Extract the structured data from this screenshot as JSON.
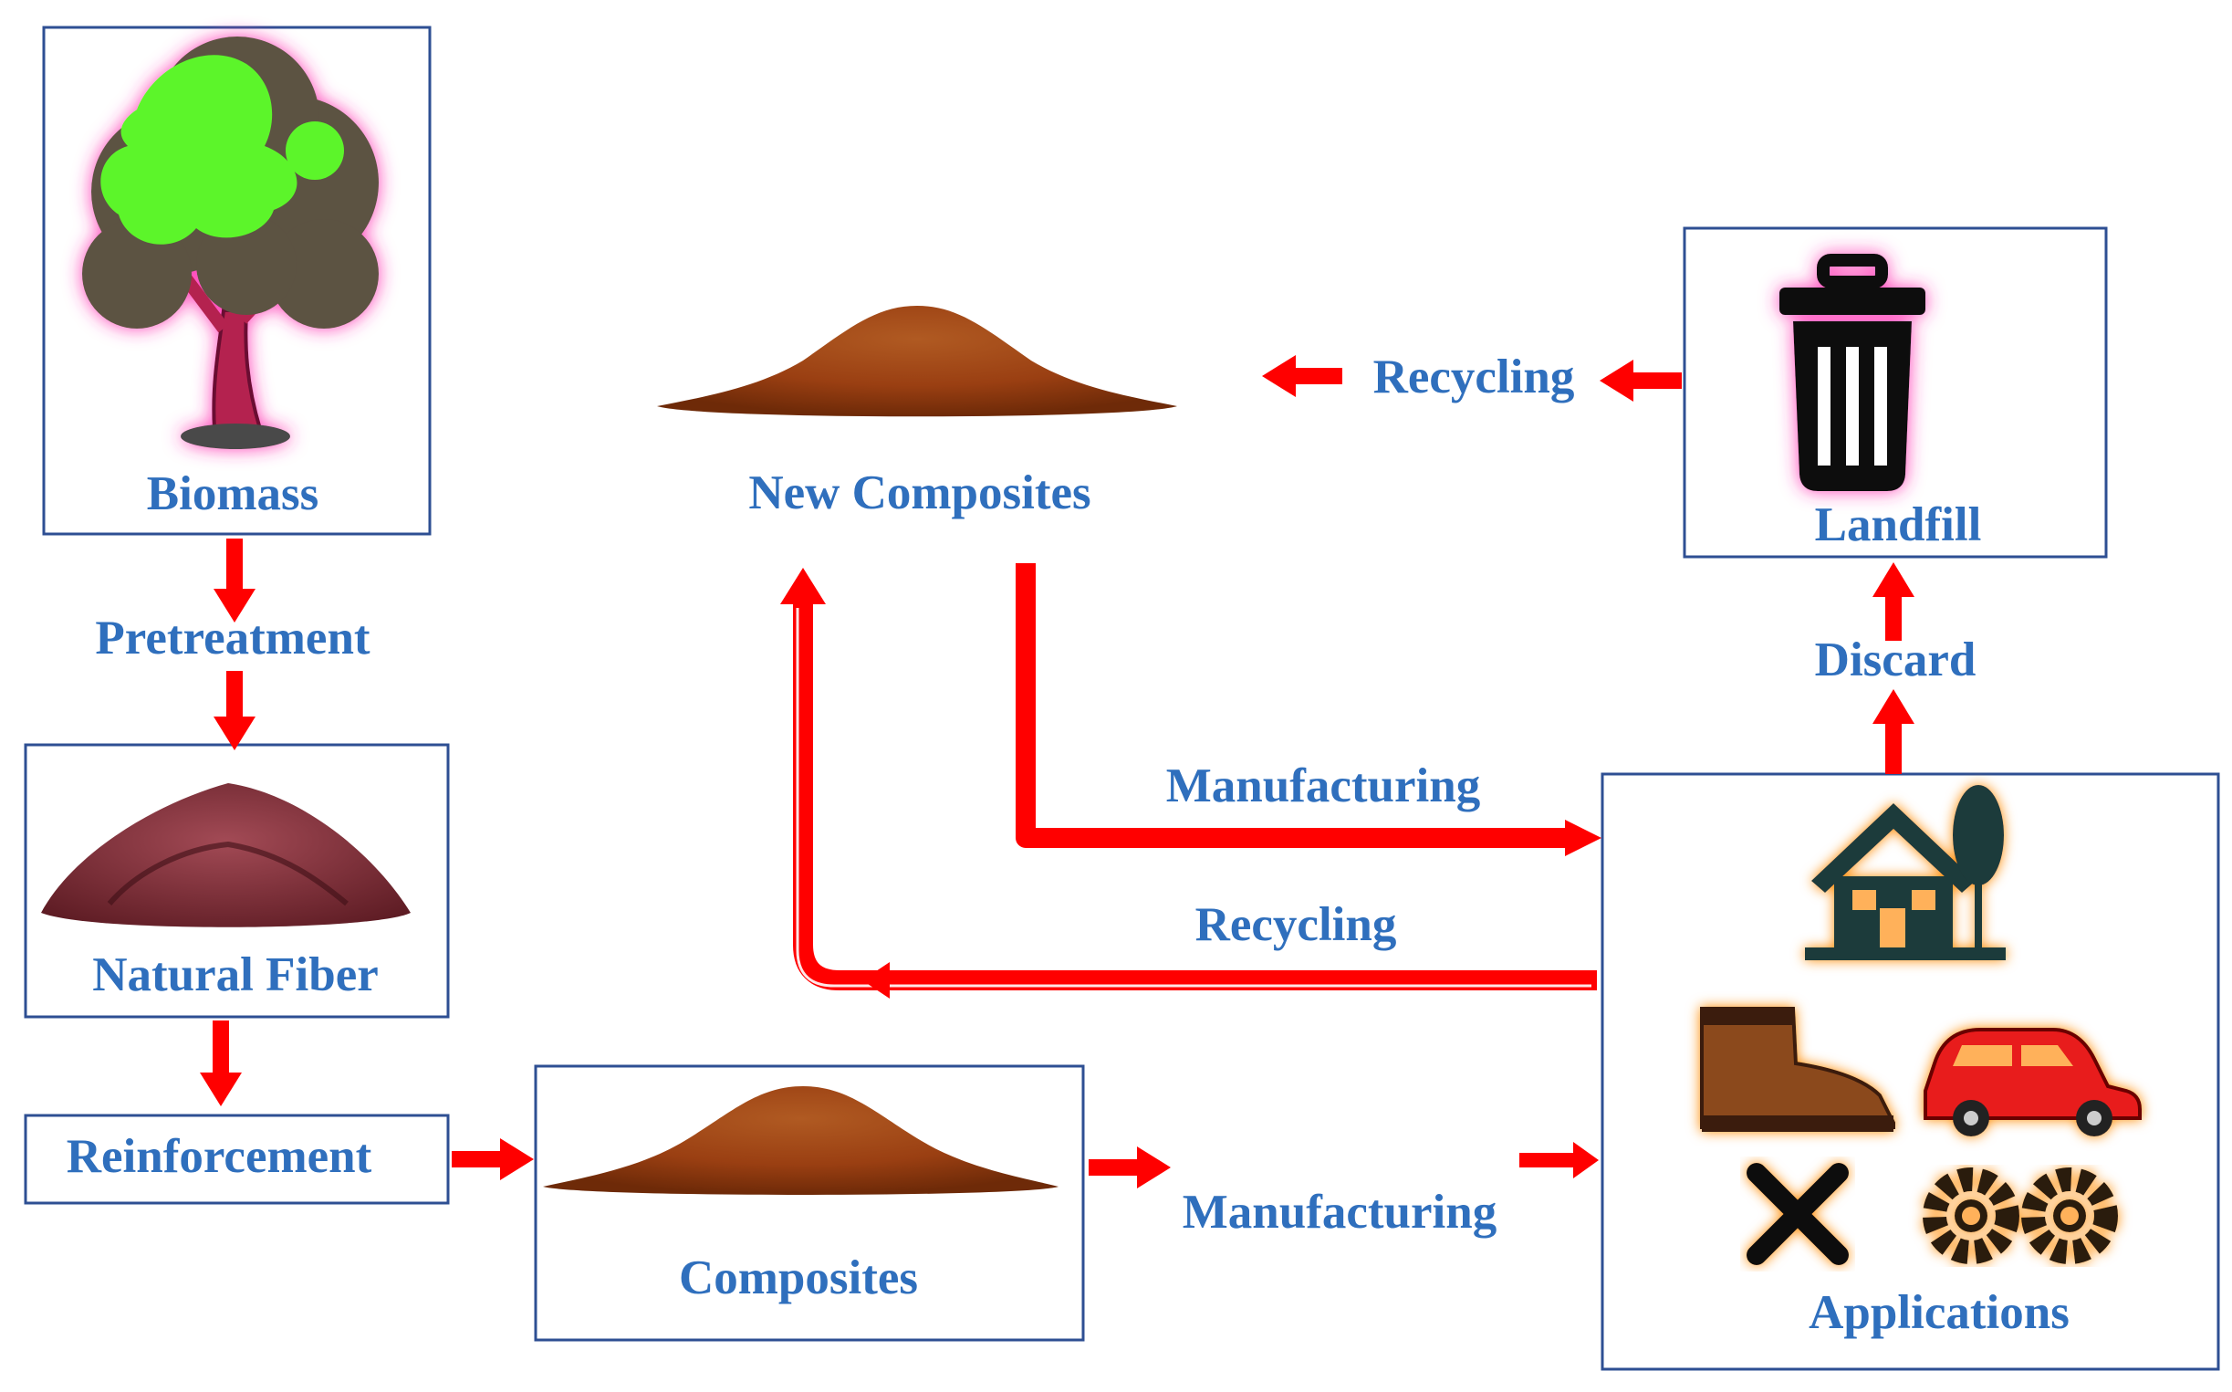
{
  "labels": {
    "biomass": "Biomass",
    "pretreatment": "Pretreatment",
    "natural_fiber": "Natural Fiber",
    "reinforcement": "Reinforcement",
    "composites": "Composites",
    "manufacturing_bottom": "Manufacturing",
    "applications": "Applications",
    "discard": "Discard",
    "landfill": "Landfill",
    "recycling_top": "Recycling",
    "new_composites": "New Composites",
    "manufacturing_mid": "Manufacturing",
    "recycling_mid": "Recycling"
  },
  "icons": {
    "biomass": "tree-icon",
    "natural_fiber": "fiber-pile-icon",
    "composites": "composite-pile-icon",
    "new_composites": "composite-pile-icon",
    "landfill": "trash-can-icon",
    "applications": [
      "house-icon",
      "boot-icon",
      "car-icon",
      "tools-icon",
      "gears-icon"
    ]
  },
  "colors": {
    "label": "#2f6fbd",
    "arrow": "#ff0000",
    "box_border": "#2e4f93",
    "pile": "#9a3f12",
    "fiber": "#8a2f3a",
    "tree_canopy": "#5c5243",
    "tree_highlight": "#5cf52a",
    "tree_trunk": "#b4244f",
    "icon_glow": "#ff7a00"
  }
}
